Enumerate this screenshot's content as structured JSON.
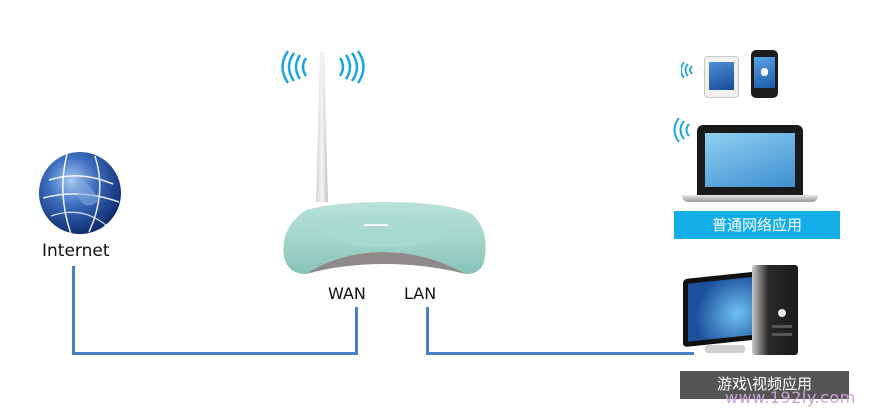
{
  "nodes": {
    "internet": {
      "label": "Internet"
    },
    "router": {
      "wan_label": "WAN",
      "lan_label": "LAN"
    },
    "wireless_devices": {
      "label": "普通网络应用"
    },
    "wired_pc": {
      "label": "游戏\\视频应用"
    }
  },
  "watermark": "www.192ly.com",
  "colors": {
    "connector_line": "#4a7fc4",
    "wireless_label_bg": "#13aee8",
    "wired_label_bg": "#555555",
    "wifi_signal": "#1aa6e0",
    "router_body": "#9fd3c8"
  }
}
